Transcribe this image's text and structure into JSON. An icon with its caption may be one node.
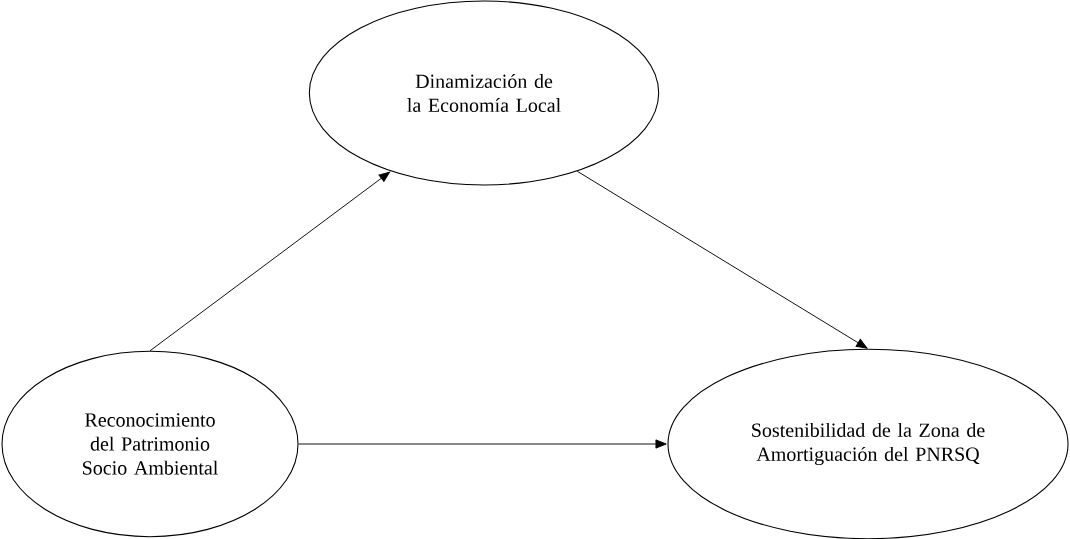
{
  "diagram": {
    "nodes": [
      {
        "text": [
          "Dinamización de la Economía Local"
        ]
      },
      {
        "text": [
          "Reconocimiento del Patrimonio Socio Ambiental"
        ]
      },
      {
        "text": [
          "Sostenibilidad de la Zona de Amortiguación del PNRSQ"
        ]
      }
    ],
    "edges": [
      {
        "from": 1,
        "to": 0,
        "arrow": "to"
      },
      {
        "from": 0,
        "to": 2,
        "arrow": "to"
      },
      {
        "from": 1,
        "to": 2,
        "arrow": "to"
      }
    ]
  }
}
